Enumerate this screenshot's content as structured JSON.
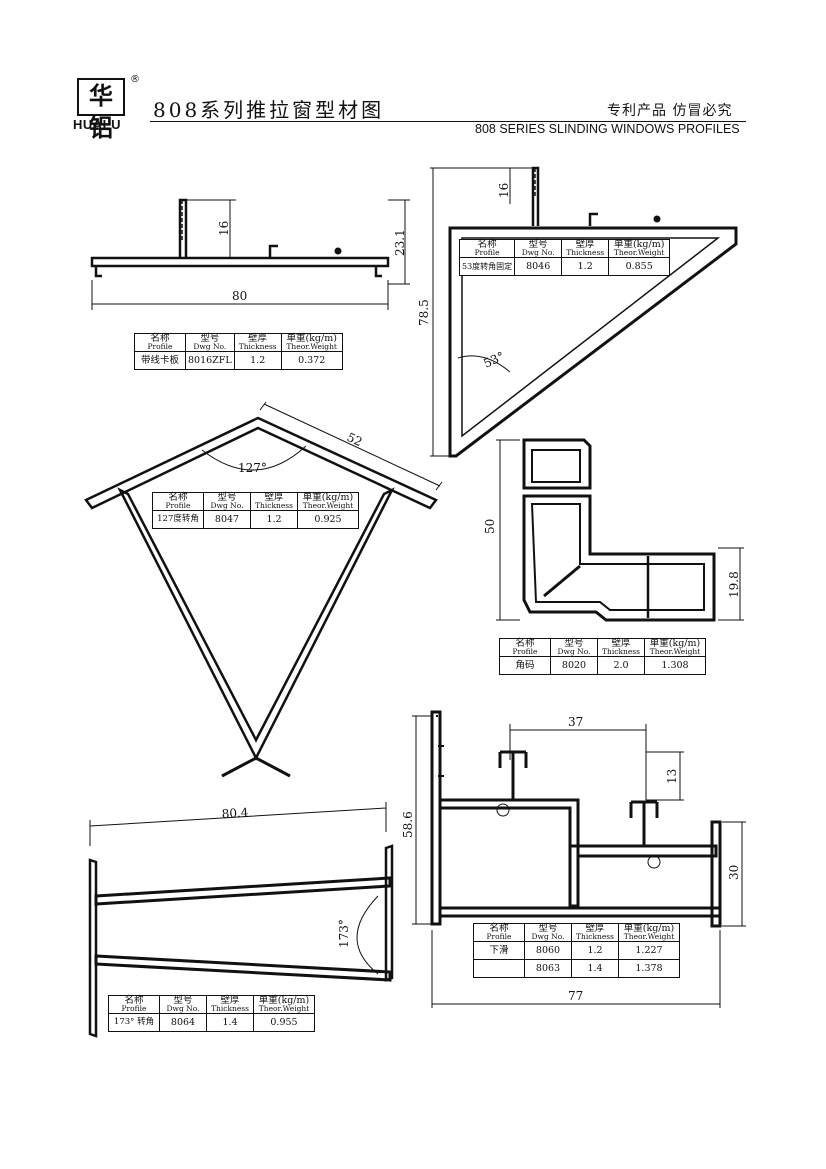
{
  "header": {
    "logo_cn": "华铝",
    "logo_reg": "®",
    "logo_en": "HUALU",
    "title_cn": "808系列推拉窗型材图",
    "note": "专利产品  仿冒必究",
    "title_en": "808 SERIES SLINDING WINDOWS PROFILES"
  },
  "headers": {
    "name_cn": "名称",
    "name_en": "Profile",
    "dwg_cn": "型号",
    "dwg_en": "Dwg No.",
    "thk_cn": "壁厚",
    "thk_en": "Thickness",
    "wt_cn": "单重(kg/m)",
    "wt_en": "Theor.Weight"
  },
  "profiles": [
    {
      "name": "带线卡板",
      "dwg": "8016ZFL",
      "thickness": "1.2",
      "weight": "0.372",
      "dims": [
        "16",
        "23.1",
        "80"
      ]
    },
    {
      "name": "53度转角固定",
      "dwg": "8046",
      "thickness": "1.2",
      "weight": "0.855",
      "dims": [
        "16",
        "78.5",
        "53°"
      ]
    },
    {
      "name": "127度转角",
      "dwg": "8047",
      "thickness": "1.2",
      "weight": "0.925",
      "dims": [
        "52",
        "127°"
      ]
    },
    {
      "name": "角码",
      "dwg": "8020",
      "thickness": "2.0",
      "weight": "1.308",
      "dims": [
        "50",
        "19.8"
      ]
    },
    {
      "name": "173° 转角",
      "dwg": "8064",
      "thickness": "1.4",
      "weight": "0.955",
      "dims": [
        "80.4",
        "173°"
      ]
    },
    {
      "name": "下滑",
      "dwg": "8060",
      "thickness": "1.2",
      "weight": "1.227",
      "dims": [
        "37",
        "13",
        "58.6",
        "30",
        "77"
      ]
    },
    {
      "name": "",
      "dwg": "8063",
      "thickness": "1.4",
      "weight": "1.378"
    }
  ]
}
